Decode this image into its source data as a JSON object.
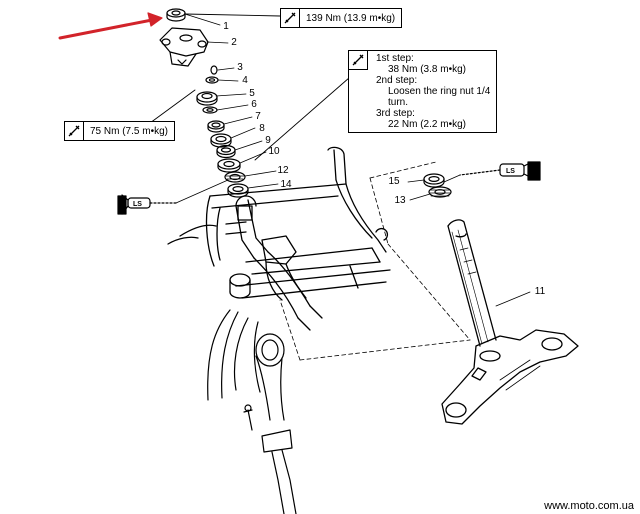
{
  "torque_top": "139 Nm (13.9 m•kg)",
  "torque_left": "75 Nm (7.5 m•kg)",
  "steps": {
    "s1_title": "1st step:",
    "s1_value": "38 Nm (3.8 m•kg)",
    "s2_title": "2nd step:",
    "s2_line1": "Loosen the ring nut 1/4",
    "s2_line2": "turn.",
    "s3_title": "3rd step:",
    "s3_value": "22 Nm (2.2 m•kg)"
  },
  "part_numbers": [
    "1",
    "2",
    "3",
    "4",
    "5",
    "6",
    "7",
    "8",
    "9",
    "10",
    "12",
    "14",
    "15",
    "13",
    "11"
  ],
  "lube_label": "LS",
  "watermark": "www.moto.com.ua",
  "arrow_color": "#d2232a"
}
